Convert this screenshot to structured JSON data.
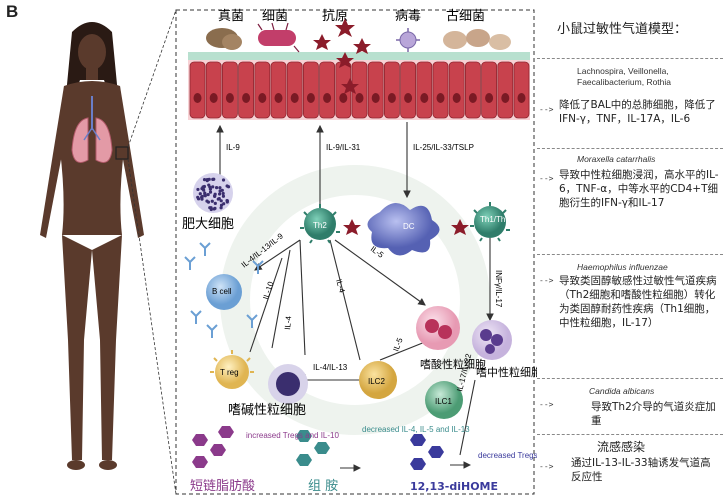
{
  "panel_label": "B",
  "microbes": {
    "fungi": "真菌",
    "bacteria": "细菌",
    "antigen": "抗原",
    "virus": "病毒",
    "archaea": "古细菌"
  },
  "signals": {
    "il9": "IL-9",
    "il9_il31": "IL-9/IL-31",
    "il25": "IL-25/IL-33/TSLP",
    "il4_il13_il9": "IL-4/IL-13/IL-9",
    "il10": "IL-10",
    "il4_a": "IL-4",
    "il4_b": "IL-4",
    "il5_a": "IL-5",
    "il5_b": "IL-5",
    "il4_il13": "IL-4/IL-13",
    "il17_il22": "IL-17/IL-22",
    "infy_il17": "INFγ/IL-17"
  },
  "cells": {
    "mast": "肥大细胞",
    "th2": "Th2",
    "dc": "DC",
    "th1_th17": "Th1/Th17",
    "bcell": "B cell",
    "treg": "T reg",
    "basophil": "嗜碱性粒细胞",
    "ilc2": "ILC2",
    "ilc1": "ILC1",
    "eosinophil": "嗜酸性粒细胞",
    "neutrophil": "嗜中性粒细胞"
  },
  "bottom": {
    "increased": "increased Tregs and IL-10",
    "decreased_il": "decreased IL-4, IL-5 and IL-13",
    "decreased_tregs": "decreased Tregs",
    "scfa": "短链脂肪酸",
    "histamine": "组 胺",
    "dihome": "12,13-diHOME"
  },
  "right_panel": {
    "title": "小鼠过敏性气道模型：",
    "sections": [
      {
        "source": "Lachnospira, Veillonella, Faecalibacterium,  Rothia",
        "italic": false,
        "text": "降低了BAL中的总肺细胞，降低了IFN-γ，TNF，IL-17A，IL-6"
      },
      {
        "source": "Moraxella catarrhalis",
        "italic": true,
        "text": "导致中性粒细胞浸润，高水平的IL-6，TNF-α，中等水平的CD4+T细胞衍生的IFN-γ和IL-17"
      },
      {
        "source": "Haemophilus influenzae",
        "italic": true,
        "text": "导致类固醇敏感性过敏性气道疾病（Th2细胞和嗜酸性粒细胞）转化为类固醇耐药性疾病（Th1细胞，中性粒细胞，IL-17）"
      },
      {
        "source": "Candida albicans",
        "italic": true,
        "text": "导致Th2介导的气道炎症加重"
      },
      {
        "source": "流感感染",
        "italic": false,
        "text": "通过IL-13-IL-33轴诱发气道高反应性"
      }
    ]
  },
  "colors": {
    "epithelium": "#c8424d",
    "th2": "#3a8c78",
    "dc": "#6c78c8",
    "antigen": "#8b1c2a",
    "scfa": "#8b3a8b",
    "histamine": "#3a8c8c",
    "dihome": "#3a3a9c"
  }
}
